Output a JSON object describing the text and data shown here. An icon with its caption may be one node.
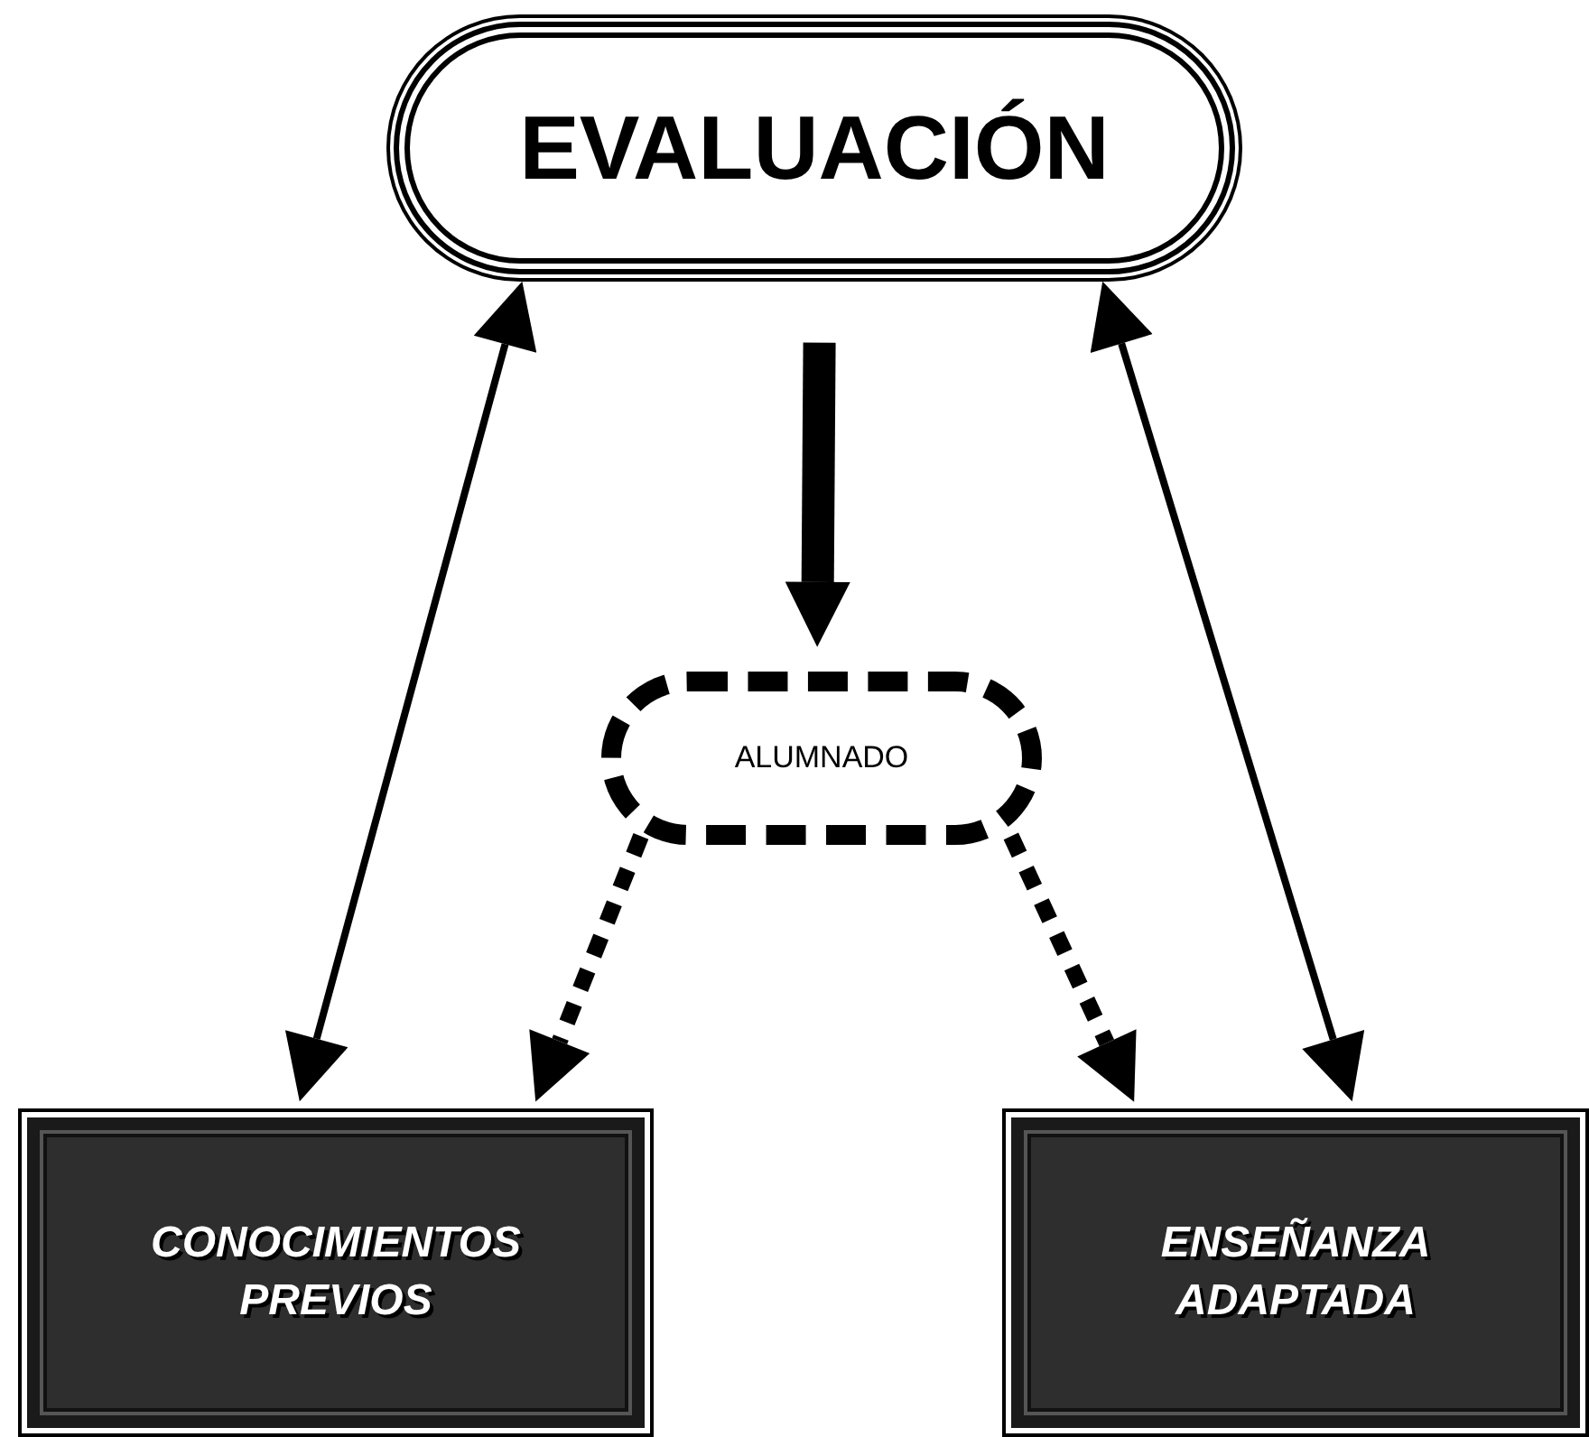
{
  "diagram": {
    "nodes": [
      {
        "text": [
          "EVALUACIÓN"
        ]
      },
      {
        "text": [
          "ALUMNADO"
        ]
      },
      {
        "text": [
          "CONOCIMIENTOS PREVIOS"
        ]
      },
      {
        "text": [
          "ENSEÑANZA ADAPTADA"
        ]
      }
    ],
    "edges": [
      {
        "from": 0,
        "to": 2,
        "arrow": "both"
      },
      {
        "from": 0,
        "to": 3,
        "arrow": "both"
      },
      {
        "from": 0,
        "to": 1,
        "arrow": "to",
        "style": "thick"
      },
      {
        "from": 1,
        "to": 2,
        "arrow": "to",
        "style": "dashed"
      },
      {
        "from": 1,
        "to": 3,
        "arrow": "to",
        "style": "dashed"
      }
    ]
  }
}
